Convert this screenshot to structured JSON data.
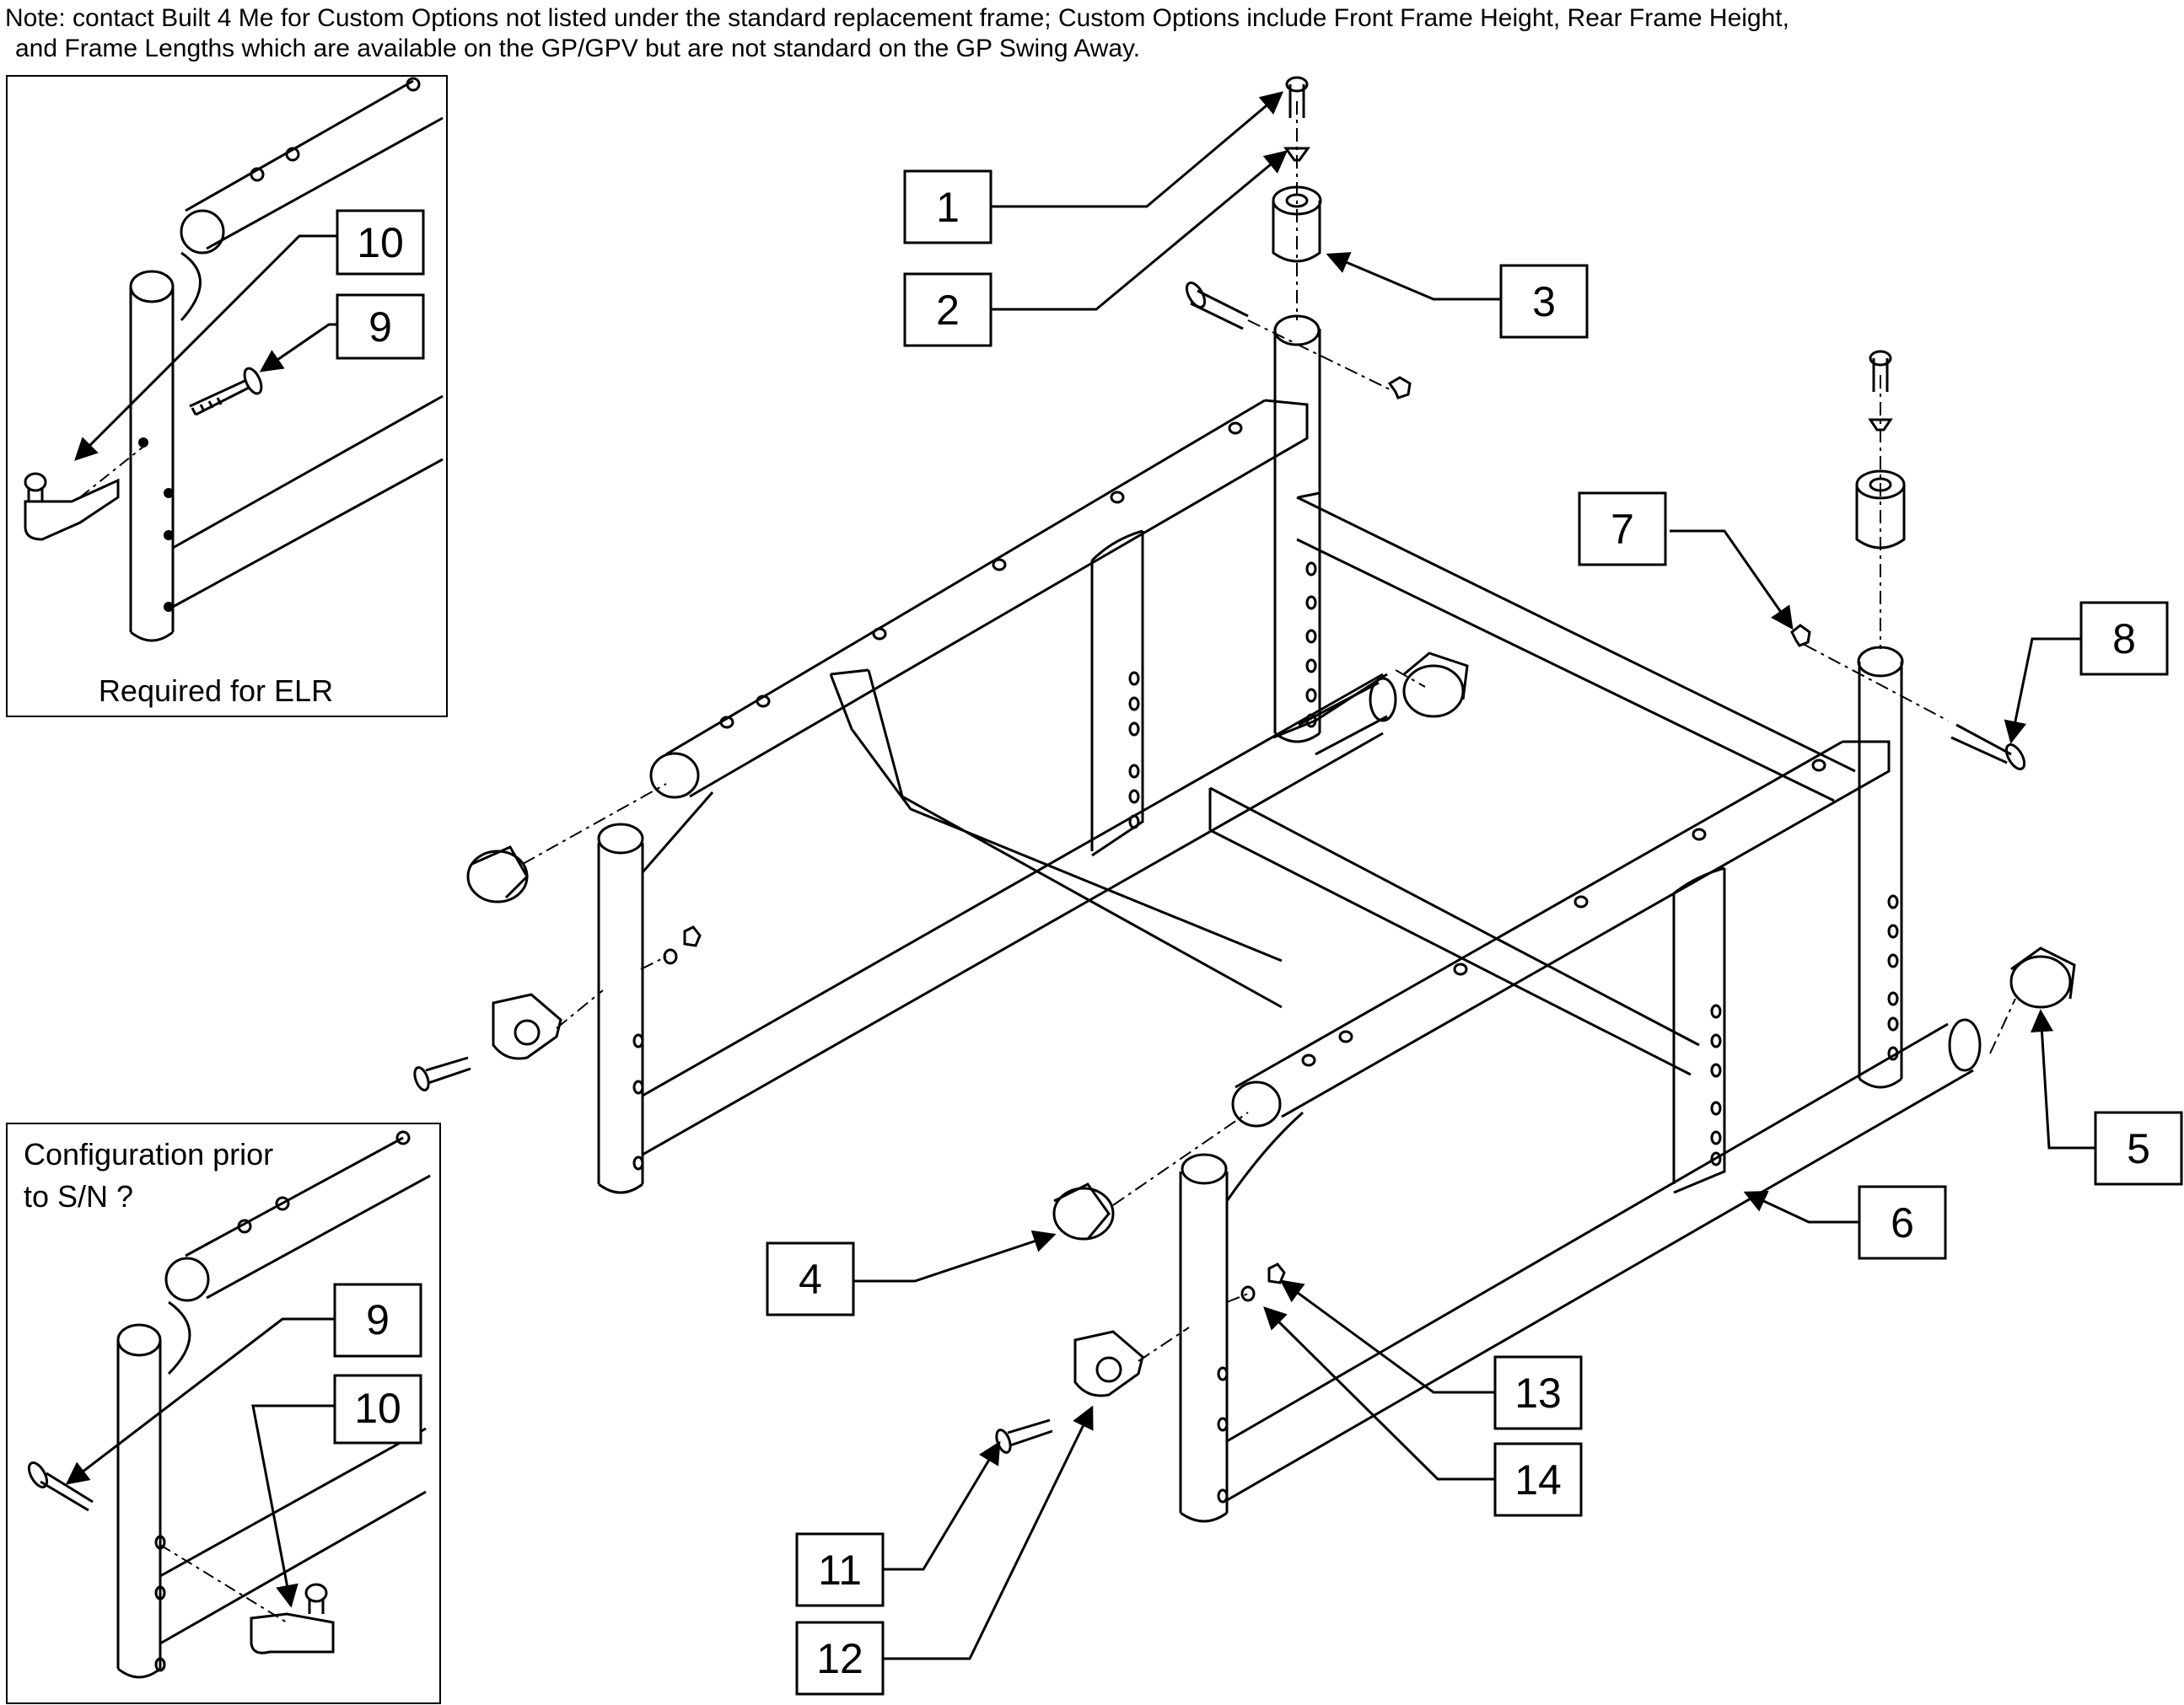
{
  "note": {
    "line1": "Note: contact Built 4 Me for Custom Options not listed under the standard replacement frame; Custom Options include Front Frame Height, Rear Frame Height,",
    "line2": "and Frame Lengths which are available on the GP/GPV but are not standard on the GP Swing Away."
  },
  "insets": {
    "top": {
      "caption": "Required for ELR"
    },
    "bottom": {
      "caption_line1": "Configuration prior",
      "caption_line2": "to S/N ?"
    }
  },
  "callouts": [
    "1",
    "2",
    "3",
    "4",
    "5",
    "6",
    "7",
    "8",
    "9",
    "10",
    "11",
    "12",
    "13",
    "14"
  ],
  "inset_callouts": {
    "top_a": "10",
    "top_b": "9",
    "bottom_a": "9",
    "bottom_b": "10"
  },
  "colors": {
    "line": "#000000",
    "background": "#ffffff"
  }
}
